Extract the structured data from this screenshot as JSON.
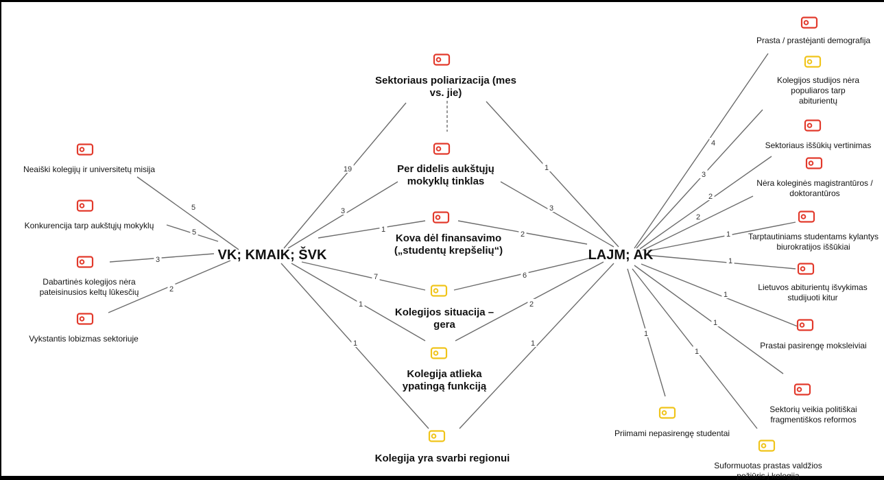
{
  "colors": {
    "red": "#e2392b",
    "yellow": "#f0c419",
    "edge": "#6b6b6b"
  },
  "actors": {
    "left": "VK; KMAIK; ŠVK",
    "right": "LAJM; AK"
  },
  "center_nodes": [
    {
      "id": "polarizacija",
      "lines": [
        "Sektoriaus poliarizacija (mes",
        "vs. jie)"
      ],
      "color": "red",
      "icon": "tag-icon"
    },
    {
      "id": "tinklas",
      "lines": [
        "Per didelis aukštųjų",
        "mokyklų tinklas"
      ],
      "color": "red",
      "icon": "tag-icon"
    },
    {
      "id": "finansavimas",
      "lines": [
        "Kova dėl finansavimo",
        "(„studentų krepšelių“)"
      ],
      "color": "red",
      "icon": "tag-icon"
    },
    {
      "id": "situacija",
      "lines": [
        "Kolegijos situacija –",
        "gera"
      ],
      "color": "yellow",
      "icon": "tag-icon"
    },
    {
      "id": "funkcija",
      "lines": [
        "Kolegija atlieka",
        "ypatingą funkciją"
      ],
      "color": "yellow",
      "icon": "tag-icon"
    },
    {
      "id": "regionui",
      "lines": [
        "Kolegija yra svarbi regionui"
      ],
      "color": "yellow",
      "icon": "tag-icon"
    }
  ],
  "left_nodes": [
    {
      "id": "misija",
      "lines": [
        "Neaiški kolegijų ir universitetų misija"
      ],
      "color": "red",
      "count": "5"
    },
    {
      "id": "konkurencija",
      "lines": [
        "Konkurencija tarp aukštųjų mokyklų"
      ],
      "color": "red",
      "count": "5"
    },
    {
      "id": "lukesciai",
      "lines": [
        "Dabartinės kolegijos nėra",
        "pateisinusios keltų lūkesčių"
      ],
      "color": "red",
      "count": "3"
    },
    {
      "id": "lobizmas",
      "lines": [
        "Vykstantis lobizmas sektoriuje"
      ],
      "color": "red",
      "count": "2"
    }
  ],
  "right_nodes": [
    {
      "id": "demografija",
      "lines": [
        "Prasta / prastėjanti demografija"
      ],
      "color": "red",
      "count": "4"
    },
    {
      "id": "populiarios",
      "lines": [
        "Kolegijos studijos nėra",
        "populiaros tarp",
        "abiturientų"
      ],
      "color": "yellow",
      "count": "3"
    },
    {
      "id": "issukiai",
      "lines": [
        "Sektoriaus iššūkių vertinimas"
      ],
      "color": "red",
      "count": "2"
    },
    {
      "id": "magistrantura",
      "lines": [
        "Nėra koleginės magistrantūros /",
        "doktorantūros"
      ],
      "color": "red",
      "count": "2"
    },
    {
      "id": "tarptautiniai",
      "lines": [
        "Tarptautiniams studentams kylantys",
        "biurokratijos iššūkiai"
      ],
      "color": "red",
      "count": "1"
    },
    {
      "id": "isvykimas",
      "lines": [
        "Lietuvos abiturientų išvykimas",
        "studijuoti kitur"
      ],
      "color": "red",
      "count": "1"
    },
    {
      "id": "moksleiviai",
      "lines": [
        "Prastai pasirengę moksleiviai"
      ],
      "color": "red",
      "count": "1"
    },
    {
      "id": "reformos",
      "lines": [
        "Sektorių veikia politiškai",
        "fragmentiškos reformos"
      ],
      "color": "red",
      "count": "1"
    },
    {
      "id": "studentai",
      "lines": [
        "Priimami nepasirengę studentai"
      ],
      "color": "yellow",
      "count": "1"
    },
    {
      "id": "poziuris",
      "lines": [
        "Suformuotas prastas valdžios",
        "požiūris į kolegiją"
      ],
      "color": "yellow",
      "count": "1"
    }
  ],
  "center_edges": {
    "left": {
      "polarizacija": "19",
      "tinklas": "3",
      "finansavimas": "1",
      "situacija": "7",
      "funkcija": "1",
      "regionui": "1"
    },
    "right": {
      "polarizacija": "1",
      "tinklas": "3",
      "finansavimas": "2",
      "situacija": "6",
      "funkcija": "2",
      "regionui": "1"
    }
  }
}
